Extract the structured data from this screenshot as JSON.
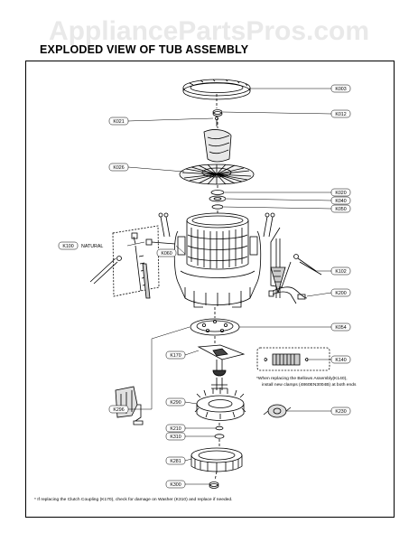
{
  "watermark": "AppliancePartsPros.com",
  "title": "EXPLODED VIEW OF TUB ASSEMBLY",
  "labels": {
    "k003": "K003",
    "k012": "K012",
    "k021": "K021",
    "k026": "K026",
    "k020": "K020",
    "k040": "K040",
    "k050": "K050",
    "k060": "K060",
    "k100": "K100",
    "k102": "K102",
    "k200": "K200",
    "k054": "K054",
    "k170": "K170",
    "k140": "K140",
    "k290": "K290",
    "k296": "K296",
    "k230": "K230",
    "k210": "K210",
    "k310": "K310",
    "k281": "K281",
    "k300": "K300",
    "natural": "NATURAL"
  },
  "notes": {
    "bellows_line1": "*When replacing the Bellows Assembly(K140),",
    "bellows_line2": "install new clamps (4860EN3004B) at both ends",
    "clutch": "* If replacing the Clutch Coupling (K170), check for damage on Washer (K310) and replace if needed."
  }
}
